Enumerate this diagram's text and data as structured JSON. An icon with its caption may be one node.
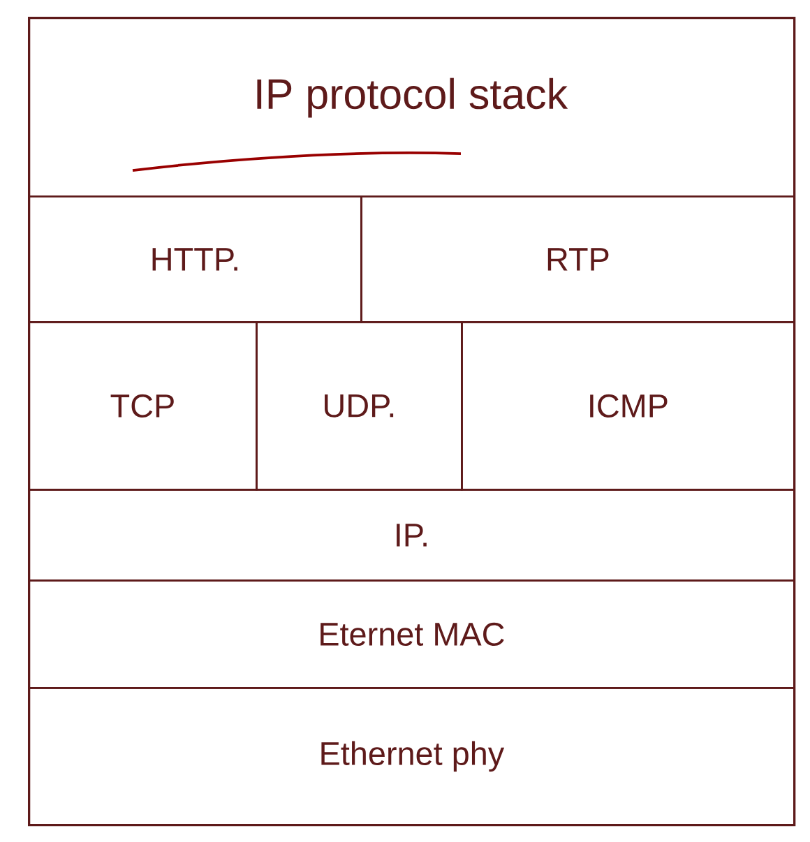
{
  "diagram": {
    "nodes": [
      {
        "text": [
          "IP protocol stack"
        ]
      },
      {
        "text": [
          "HTTP."
        ],
        "in": 0
      },
      {
        "text": [
          "RTP"
        ],
        "in": 0
      },
      {
        "text": [
          "TCP"
        ],
        "in": 0
      },
      {
        "text": [
          "UDP."
        ],
        "in": 0
      },
      {
        "text": [
          "ICMP"
        ],
        "in": 0
      },
      {
        "text": [
          "IP."
        ],
        "in": 0
      },
      {
        "text": [
          "Eternet MAC"
        ],
        "in": 0
      },
      {
        "text": [
          "Ethernet phy"
        ],
        "in": 0
      }
    ]
  }
}
